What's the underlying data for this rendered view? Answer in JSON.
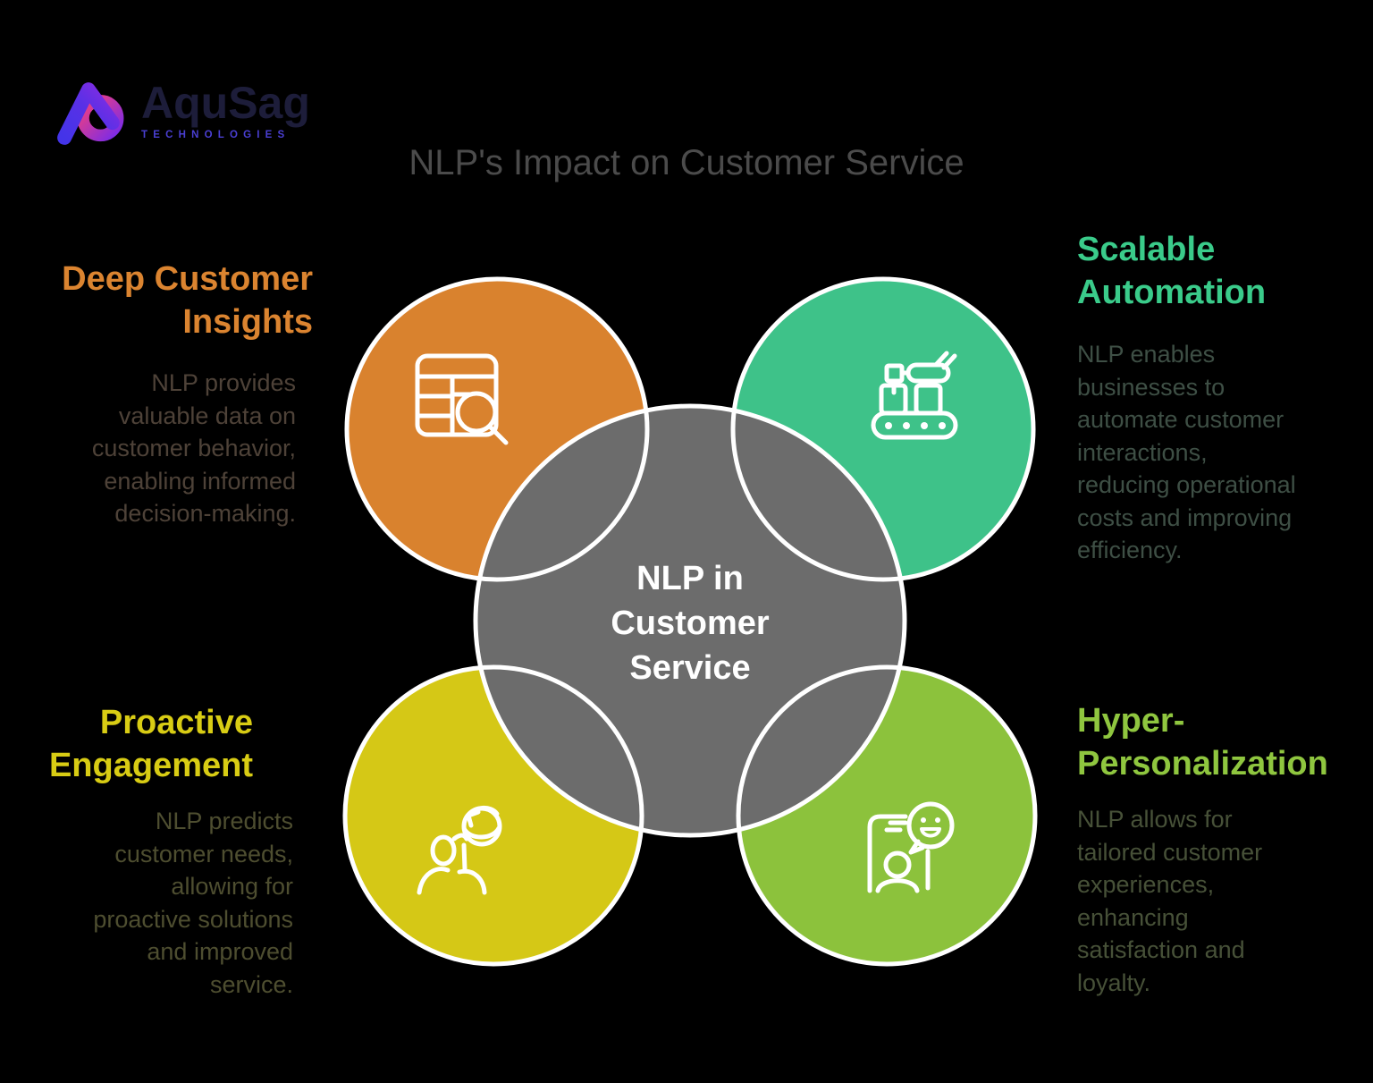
{
  "colors": {
    "bg": "#000000",
    "stroke": "#FFFFFF",
    "title": "#4B4B4B",
    "center-circle": "#6C6C6C",
    "center-text": "#FFFFFF",
    "insights": "#D9822E",
    "insights-heading": "#DB8430",
    "insights-body": "#4E4238",
    "automation": "#3EC289",
    "automation-heading": "#3ACB8A",
    "automation-body": "#3E4F45",
    "engagement": "#D5C816",
    "engagement-heading": "#D8CC14",
    "engagement-body": "#4E4E30",
    "personalization": "#8CC23C",
    "personalization-heading": "#8FC63F",
    "personalization-body": "#475138",
    "logo-brand": "#1D1D3A",
    "logo-tagline": "#4A3FD2",
    "logo-purple": "#6A2FE0",
    "logo-blue": "#3D34E8",
    "logo-pink": "#F5407A"
  },
  "logo": {
    "brand": "AquSag",
    "tagline": "TECHNOLOGIES"
  },
  "title": "NLP's Impact on Customer Service",
  "center": {
    "label": "NLP in\nCustomer\nService"
  },
  "sections": {
    "insights": {
      "heading": "Deep Customer\nInsights",
      "body": "NLP provides\nvaluable data on\ncustomer behavior,\nenabling informed\ndecision-making.",
      "icon": "table-search-icon"
    },
    "automation": {
      "heading": "Scalable\nAutomation",
      "body": "NLP enables\nbusinesses to\nautomate customer\ninteractions,\nreducing operational\ncosts and improving\nefficiency.",
      "icon": "robot-arm-conveyor-icon"
    },
    "engagement": {
      "heading": "Proactive\nEngagement",
      "body": "NLP predicts\ncustomer needs,\nallowing for\nproactive solutions\nand improved\nservice.",
      "icon": "person-sync-icon"
    },
    "personalization": {
      "heading": "Hyper-\nPersonalization",
      "body": "NLP allows for\ntailored customer\nexperiences,\nenhancing\nsatisfaction and\nloyalty.",
      "icon": "phone-chat-smiley-icon"
    }
  }
}
